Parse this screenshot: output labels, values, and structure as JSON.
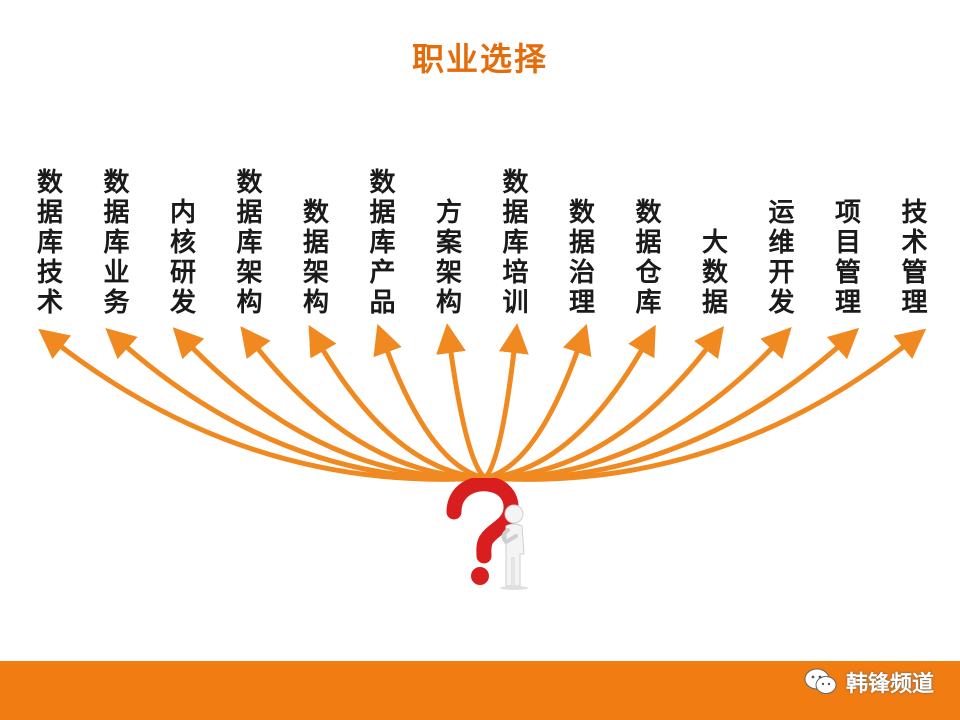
{
  "slide": {
    "title": "职业选择",
    "title_color": "#e46c0a",
    "arrow_color": "#f08a20",
    "footer_color": "#f07c12",
    "question_mark_color": "#d81e1e"
  },
  "careers": [
    {
      "label": "数据库技术"
    },
    {
      "label": "数据库业务"
    },
    {
      "label": "内核研发"
    },
    {
      "label": "数据库架构"
    },
    {
      "label": "数据架构"
    },
    {
      "label": "数据库产品"
    },
    {
      "label": "方案架构"
    },
    {
      "label": "数据库培训"
    },
    {
      "label": "数据治理"
    },
    {
      "label": "数据仓库"
    },
    {
      "label": "大数据"
    },
    {
      "label": "运维开发"
    },
    {
      "label": "项目管理"
    },
    {
      "label": "技术管理"
    }
  ],
  "brand": {
    "icon": "wechat-icon",
    "name": "韩锋频道"
  }
}
